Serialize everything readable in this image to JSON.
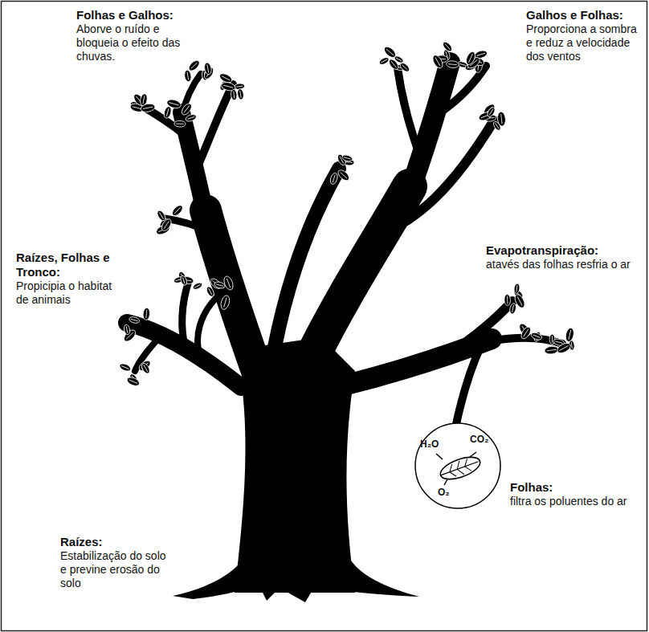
{
  "diagram": {
    "nodes": [
      {
        "text": [
          "H₂O",
          "CO₂",
          "O₂"
        ]
      }
    ],
    "labels": [
      "Folhas e Galhos:",
      "Aborve o ruído e bloqueia o efeito das chuvas.",
      "Galhos e Folhas:",
      "Proporciona a sombra e reduz a velocidade dos ventos",
      "Raízes, Folhas e Tronco:",
      "Propicipia o habitat de animais",
      "Evapotranspiração:",
      "atavés das folhas resfria o ar",
      "Folhas:",
      "filtra os poluentes do ar",
      "Raízes:",
      "Estabilização do solo e previne erosão do solo"
    ]
  }
}
